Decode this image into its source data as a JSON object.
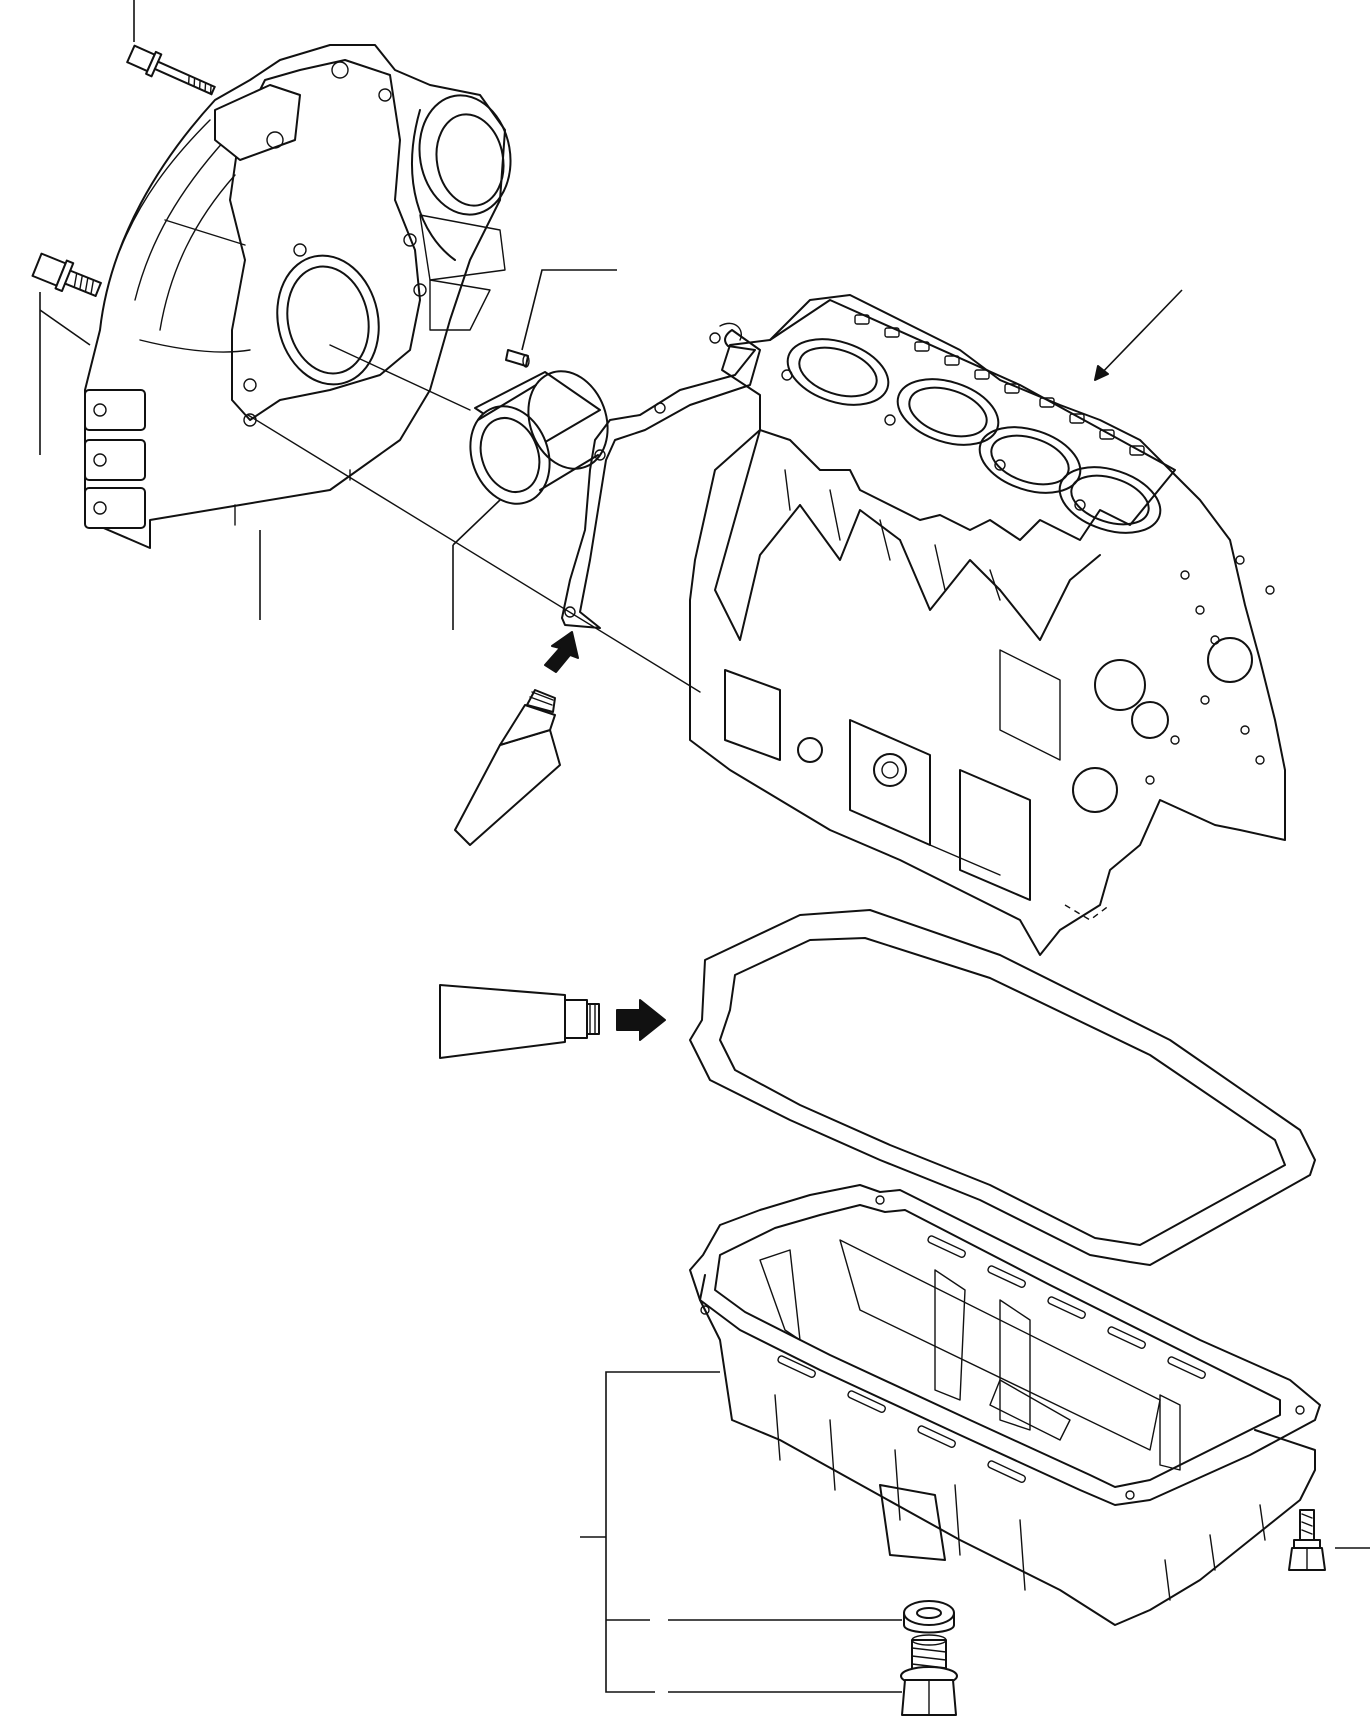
{
  "diagram": {
    "parts": [
      {
        "id": "flywheel-housing-bolt-top",
        "icon": "hex-bolt-icon"
      },
      {
        "id": "flywheel-housing-bolt-side",
        "icon": "hex-bolt-icon"
      },
      {
        "id": "flywheel-housing",
        "icon": "housing-icon"
      },
      {
        "id": "crankshaft-rear-oil-seal",
        "icon": "oil-seal-icon"
      },
      {
        "id": "dowel-pin",
        "icon": "pin-icon"
      },
      {
        "id": "housing-gasket",
        "icon": "gasket-icon"
      },
      {
        "id": "cylinder-block",
        "icon": "engine-block-icon"
      },
      {
        "id": "oil-pan-gasket",
        "icon": "gasket-icon"
      },
      {
        "id": "oil-pan",
        "icon": "oil-pan-icon"
      },
      {
        "id": "oil-pan-bolt",
        "icon": "hex-bolt-icon"
      },
      {
        "id": "drain-plug-washer",
        "icon": "washer-icon"
      },
      {
        "id": "drain-plug",
        "icon": "drain-plug-icon"
      }
    ],
    "sealant_indicators": [
      {
        "id": "sealant-housing-gasket",
        "icon": "sealant-tube-icon"
      },
      {
        "id": "sealant-oil-pan-gasket",
        "icon": "sealant-tube-icon"
      }
    ],
    "colors": {
      "line": "#111111",
      "background": "#ffffff"
    }
  }
}
